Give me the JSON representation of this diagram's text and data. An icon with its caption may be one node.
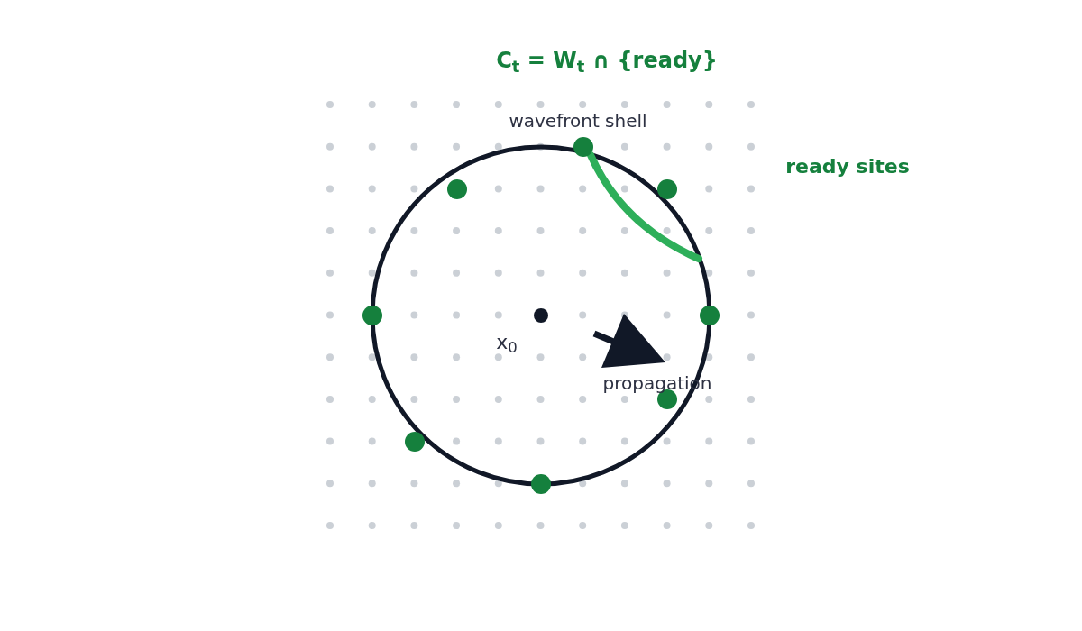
{
  "diagram": {
    "title": "C$_{t}$ = W$_{t}$ ∩ {ready}",
    "labels": [
      "wavefront shell",
      "ready sites",
      "x$_{0}$",
      "propagation"
    ]
  }
}
